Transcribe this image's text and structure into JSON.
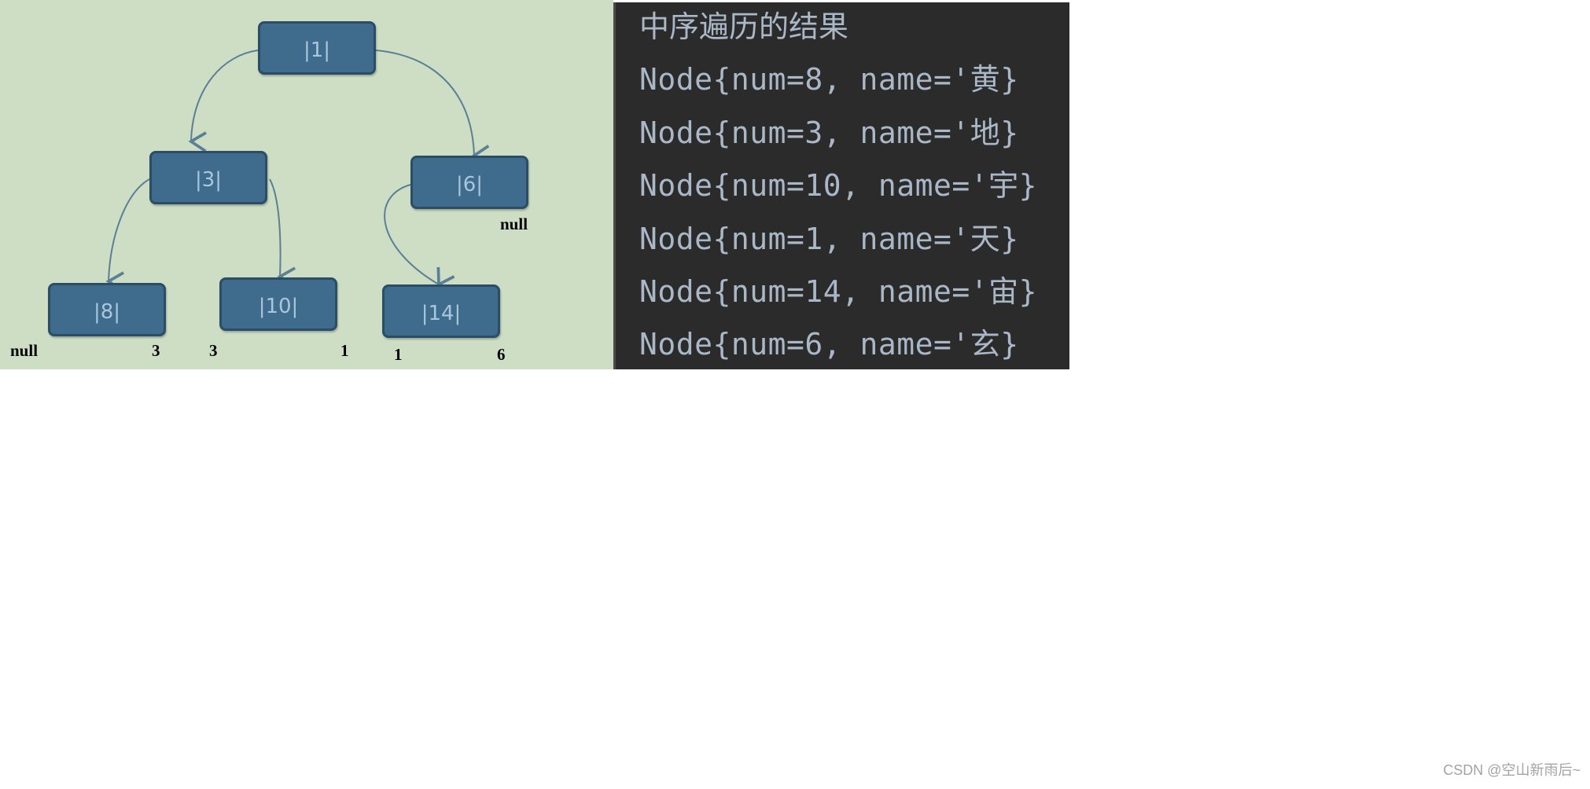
{
  "tree": {
    "nodes": {
      "n1": "|1|",
      "n3": "|3|",
      "n6": "|6|",
      "n8": "|8|",
      "n10": "|10|",
      "n14": "|14|"
    },
    "thread_labels": {
      "n6_right": "null",
      "n8_left": "null",
      "n8_right": "3",
      "n10_left": "3",
      "n10_right": "1",
      "n14_left": "1",
      "n14_right": "6"
    },
    "colors": {
      "background": "#cddec4",
      "node_fill": "#3f6b8c",
      "node_text": "#a9c7dc",
      "edge": "#5b7f95"
    }
  },
  "console": {
    "heading": "中序遍历的结果",
    "lines": [
      "Node{num=8, name='黄}",
      "Node{num=3, name='地}",
      "Node{num=10, name='宇}",
      "Node{num=1, name='天}",
      "Node{num=14, name='宙}",
      "Node{num=6, name='玄}"
    ],
    "colors": {
      "background": "#2b2b2b",
      "text": "#a9b7c6"
    }
  },
  "watermark": "CSDN @空山新雨后~"
}
